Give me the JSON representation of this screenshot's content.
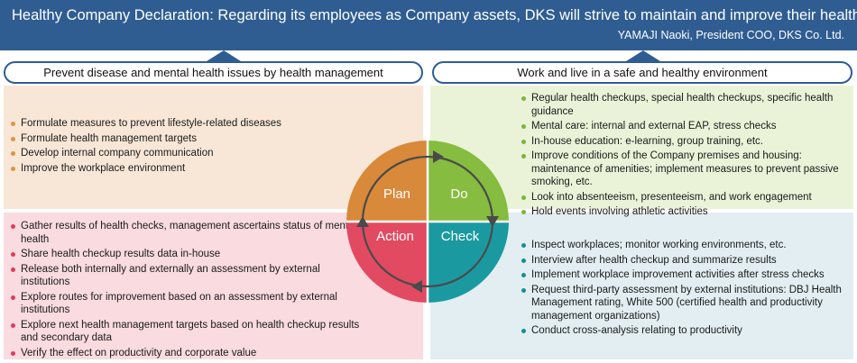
{
  "header": {
    "title": "Healthy Company Declaration: Regarding its employees as Company assets, DKS will strive to maintain and improve their health.",
    "signature": "YAMAJI Naoki, President COO, DKS Co. Ltd."
  },
  "left_heading": "Prevent disease and mental health issues by health management",
  "right_heading": "Work and live in a safe and healthy environment",
  "cycle": {
    "plan": "Plan",
    "do": "Do",
    "check": "Check",
    "action": "Action"
  },
  "plan_items": [
    "Formulate measures to prevent lifestyle-related diseases",
    "Formulate health management targets",
    "Develop internal company communication",
    "Improve the workplace environment"
  ],
  "do_items": [
    "Regular health checkups, special health checkups, specific health guidance",
    "Mental care: internal and external EAP, stress checks",
    "In-house education: e-learning, group training, etc.",
    "Improve conditions of the Company premises and housing: maintenance of amenities; implement measures to prevent passive smoking, etc.",
    "Look into absenteeism, presenteeism, and work engagement",
    "Hold events involving athletic activities"
  ],
  "action_items": [
    "Gather results of health checks, management ascertains status of mental health",
    "Share health checkup results data in-house",
    "Release both internally and externally an assessment by external institutions",
    "Explore routes for improvement based on an assessment by external institutions",
    "Explore next health management targets based on health checkup results and secondary data",
    "Verify the effect on productivity and corporate value"
  ],
  "check_items": [
    "Inspect workplaces; monitor working environments, etc.",
    "Interview after health checkup and summarize results",
    "Implement workplace improvement activities after stress checks",
    "Request third-party assessment by external institutions: DBJ Health Management rating, White 500 (certified health and productivity management organizations)",
    "Conduct cross-analysis relating to productivity"
  ],
  "colors": {
    "banner": "#2f5d92",
    "plan": "#d9893a",
    "do": "#86bc3f",
    "check": "#1a9aa0",
    "action": "#e24a62"
  }
}
